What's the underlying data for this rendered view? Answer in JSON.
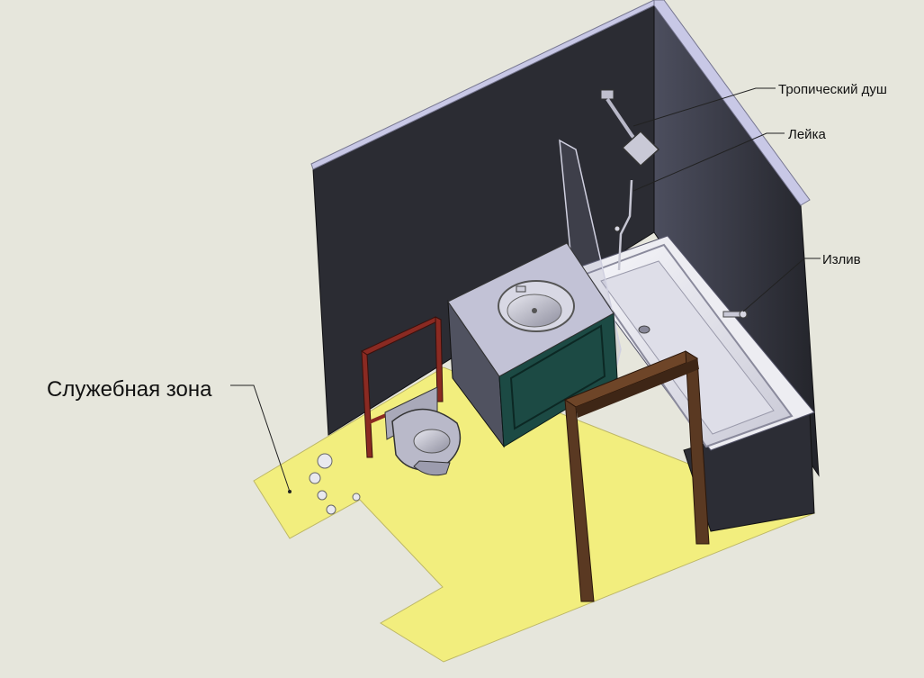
{
  "labels": {
    "rain_shower": "Тропический душ",
    "hand_shower": "Лейка",
    "spout": "Излив",
    "service_zone": "Служебная зона"
  },
  "colors": {
    "background": "#e6e6dc",
    "floor": "#f2ee7e",
    "wall_face": "#2b2c33",
    "wall_top": "#c8c8e6",
    "cabinet": "#1c4a44",
    "door_frame": "#5a3922",
    "install_frame": "#8a2a22",
    "fixture": "#b9b9c9"
  }
}
